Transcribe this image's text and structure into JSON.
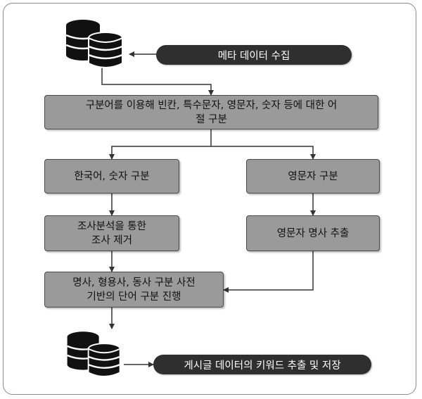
{
  "input_label": "메타 데이터 수집",
  "step1": "구분어를 이용해 빈칸, 특수문자, 영문자, 숫자 등에 대한 어\n절 구분",
  "left_branch": {
    "step1": "한국어, 숫자 구분",
    "step2": "조사분석을 통한\n조사 제거",
    "step3": "명사, 형용사, 동사 구분 사전\n기반의 단어 구분 진행"
  },
  "right_branch": {
    "step1": "영문자 구분",
    "step2": "영문자 명사 추출"
  },
  "output_label": "게시글 데이터의 키워드 추출 및 저장",
  "icons": [
    "database-icon",
    "database-icon"
  ],
  "colors": {
    "box": "#9a9a9a",
    "pill": "#2f2f2f",
    "line": "#333333"
  }
}
